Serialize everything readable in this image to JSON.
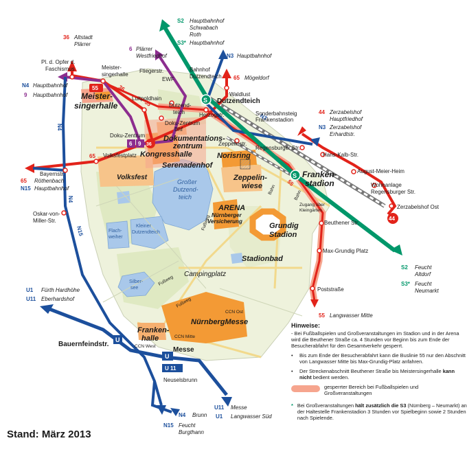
{
  "stand": "Stand: März 2013",
  "colors": {
    "s_bahn": "#00976a",
    "n3_n4_n15_u": "#1c4f9c",
    "bus36_65": "#e2231a",
    "bus44": "#e2231a",
    "bus6_9": "#8c2d8f",
    "bus55": "#e2231a",
    "restricted": "#f6a58e",
    "water": "#a9c8ea",
    "green": "#e4edca",
    "venue": "#f39a35"
  },
  "line_labels": {
    "s2_top_num": "S2",
    "s2_top_1": "Hauptbahnhof",
    "s2_top_2": "Schwabach",
    "s2_top_3": "Roth",
    "s3_top_num": "S3*",
    "s3_top_1": "Hauptbahnhof",
    "n3_top_num": "N3",
    "n3_top": "Hauptbahnhof",
    "b36_num": "36",
    "b36_1": "Altstadt",
    "b36_2": "Plärrer",
    "b6_num": "6",
    "b6_1": "Plärrer",
    "b6_2": "Westfriedhof",
    "b65_top_num": "65",
    "b65_top": "Mögeldorf",
    "n4_left_num": "N4",
    "n4_left": "Hauptbahnhof",
    "b9_num": "9",
    "b9": "Hauptbahnhof",
    "b44_num": "44",
    "b44_1": "Zerzabelshof",
    "b44_2": "Hauptfriedhof",
    "n3_right_num": "N3",
    "n3_right_1": "Zerzabelshof",
    "n3_right_2": "Erhardtstr.",
    "b65_left_num": "65",
    "b65_left": "Röthenbach",
    "n15_left_num": "N15",
    "n15_left": "Hauptbahnhof",
    "s2_bot_num": "S2",
    "s2_bot_1": "Feucht",
    "s2_bot_2": "Altdorf",
    "s3_bot_num": "S3*",
    "s3_bot_1": "Feucht",
    "s3_bot_2": "Neumarkt",
    "b55_num": "55",
    "b55": "Langwasser Mitte",
    "u1_top_num": "U1",
    "u1_top": "Fürth Hardhöhe",
    "u11_top_num": "U11",
    "u11_top": "Eberhardshof",
    "u11_bot_num": "U11",
    "u11_bot": "Messe",
    "u1_bot_num": "U1",
    "u1_bot": "Langwasser Süd",
    "n4_bot_num": "N4",
    "n4_bot": "Brunn",
    "n15_bot_num": "N15",
    "n15_bot_1": "Feucht",
    "n15_bot_2": "Burgthann"
  },
  "route_marks": {
    "n4_vertical_1": "N4",
    "n4_vertical_2": "N4",
    "n15_vertical": "N15",
    "n3_diag": "N3",
    "r36_diag": "36",
    "r55_diag": "55",
    "r55_right": "55",
    "r65_left": "65",
    "badge_55": "55",
    "badge_6": "6",
    "badge_9": "9",
    "badge_36": "36",
    "badge_44": "44",
    "s_symbol": "S",
    "u_symbol": "U",
    "u11_box": "U 11"
  },
  "stops": {
    "pl_opfer_1": "Pl. d. Opfer d.",
    "pl_opfer_2": "Faschismus",
    "meistersingerhalle_stop_1": "Meister-",
    "meistersingerhalle_stop_2": "singerhalle",
    "fliegerstr": "Fliegerstr.",
    "bahnhof_dutz_1": "Bahnhof",
    "bahnhof_dutz_2": "Dutzendteich",
    "waldlust": "Waldlust",
    "luitpoldhain": "Luitpoldhain",
    "dutzendteich_stop_1": "Dutzend-",
    "dutzendteich_stop_2": "teich",
    "dokuzentrum_stop_1": "Doku-Zentrum",
    "dokuzentrum_stop_2": "Bhf",
    "herzogstr": "Herzogstr.",
    "sonderbahnsteig_1": "Sonderbahnsteig",
    "sonderbahnsteig_2": "Frankenstadion",
    "doku_zentrum": "Doku-Zentrum",
    "zeppelinstr": "Zeppelinstr.",
    "regensburger": "Regensburger Str.",
    "hans_kalb": "Hans-Kalb-Str.",
    "volksfestplatz": "Volksfestplatz",
    "bayernstr": "Bayernstr.",
    "august_meier": "August-Meier-Heim",
    "wohnanlage_1": "Wohnanlage",
    "wohnanlage_2": "Regensburger Str.",
    "zerzabelshof_ost": "Zerzabelshof Ost",
    "oskar_1": "Oskar-von-",
    "oskar_2": "Miller-Str.",
    "beuthener": "Beuthener Str.",
    "max_grundig": "Max-Grundig Platz",
    "poststrasse": "Poststraße",
    "bauernfeindstr": "Bauernfeindstr.",
    "messe": "Messe",
    "neuselsbrunn": "Neuselsbrunn"
  },
  "places": {
    "meistersingerhalle_1": "Meister-",
    "meistersingerhalle_2": "singerhalle",
    "ewf": "EWF",
    "dutzendteich_area": "Dutzendteich",
    "dokumentationszentrum_1": "Dokumentations-",
    "dokumentationszentrum_2": "zentrum",
    "kongresshalle": "Kongresshalle",
    "serenadenhof": "Serenadenhof",
    "norisring": "Norisring",
    "volksfest": "Volksfest",
    "grosser_1": "Großer",
    "grosser_2": "Dutzend-",
    "grosser_3": "teich",
    "frankenstadion_1": "Franken-",
    "frankenstadion_2": "stadion",
    "zeppelinwiese_1": "Zeppelin-",
    "zeppelinwiese_2": "wiese",
    "arena_1": "ARENA",
    "arena_2": "Nürnberger",
    "arena_3": "Versicherung",
    "grundig_1": "Grundig",
    "grundig_2": "Stadion",
    "zugang_1": "Zugang über",
    "zugang_2": "Kleingärten",
    "flach_1": "Flach-",
    "flach_2": "weiher",
    "kleiner_1": "Kleiner",
    "kleiner_2": "Dutzendteich",
    "stadionbad": "Stadionbad",
    "campingplatz": "Campingplatz",
    "silbersee_1": "Silber-",
    "silbersee_2": "see",
    "nurnbergmesse": "NürnbergMesse",
    "frankenhalle_1": "Franken-",
    "frankenhalle_2": "halle",
    "ccn_ost": "CCN Ost",
    "ccn_mitte": "CCN Mitte",
    "ccn_west": "CCN West",
    "fussweg_1": "Fußweg",
    "fussweg_2": "Fußweg",
    "fussweg_3": "Fußweg",
    "bahn_1": "Bahn",
    "bahn_2": "Bahn"
  },
  "notes": {
    "heading": "Hinweise:",
    "p1": "- Bei Fußballspielen und Großveranstaltungen im Stadion und in der Arena wird die Beuthener Straße ca. 4 Stunden vor Beginn bis zum Ende der Besucherabfahrt für den Gesamtverkehr gesperrt.",
    "p2": "Bis zum Ende der Besucherabfahrt kann die Buslinie 55 nur den Abschnitt von Langwasser Mitte bis Max-Grundig-Platz anfahren.",
    "p3a": "Der Streckenabschnitt Beuthener Straße bis Meistersingerhalle",
    "p3b": "kann nicht",
    "p3c": "bedient werden.",
    "legend": "gesperrter Bereich bei Fußballspielen und Großveranstaltungen",
    "star": "*",
    "p4a": "Bei Großveranstaltungen",
    "p4b": "hält zusätzlich die S3",
    "p4c": "(Nürnberg – Neumarkt) an der Haltestelle Frankenstadion 3 Stunden vor Spielbeginn sowie 2 Stunden nach Spielende."
  }
}
